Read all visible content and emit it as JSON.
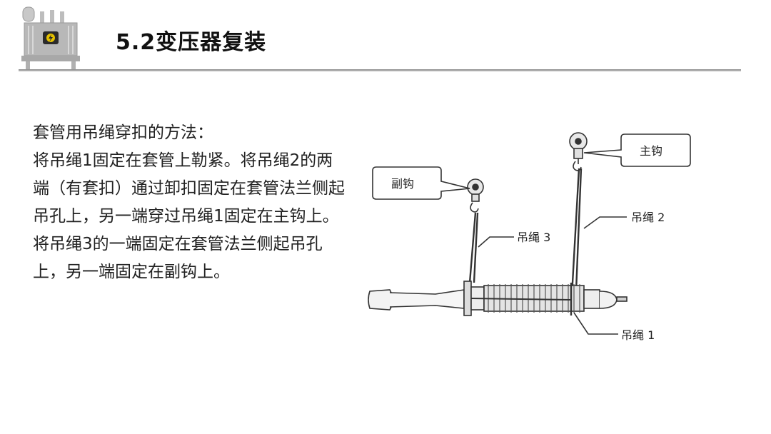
{
  "header": {
    "title": "5.2变压器复装",
    "icon": "transformer-icon"
  },
  "body": {
    "intro": "套管用吊绳穿扣的方法：",
    "paragraph": "将吊绳1固定在套管上勒紧。将吊绳2的两端（有套扣）通过卸扣固定在套管法兰侧起吊孔上，另一端穿过吊绳1固定在主钩上。将吊绳3的一端固定在套管法兰侧起吊孔上，另一端固定在副钩上。"
  },
  "diagram": {
    "callouts": {
      "main_hook": "主钩",
      "aux_hook": "副钩"
    },
    "labels": {
      "sling_2": "吊绳 2",
      "sling_3": "吊绳 3",
      "sling_1": "吊绳 1"
    }
  },
  "colors": {
    "title": "#111111",
    "rule": "#9a9a9a",
    "text": "#222222",
    "drawing": "#333333"
  }
}
